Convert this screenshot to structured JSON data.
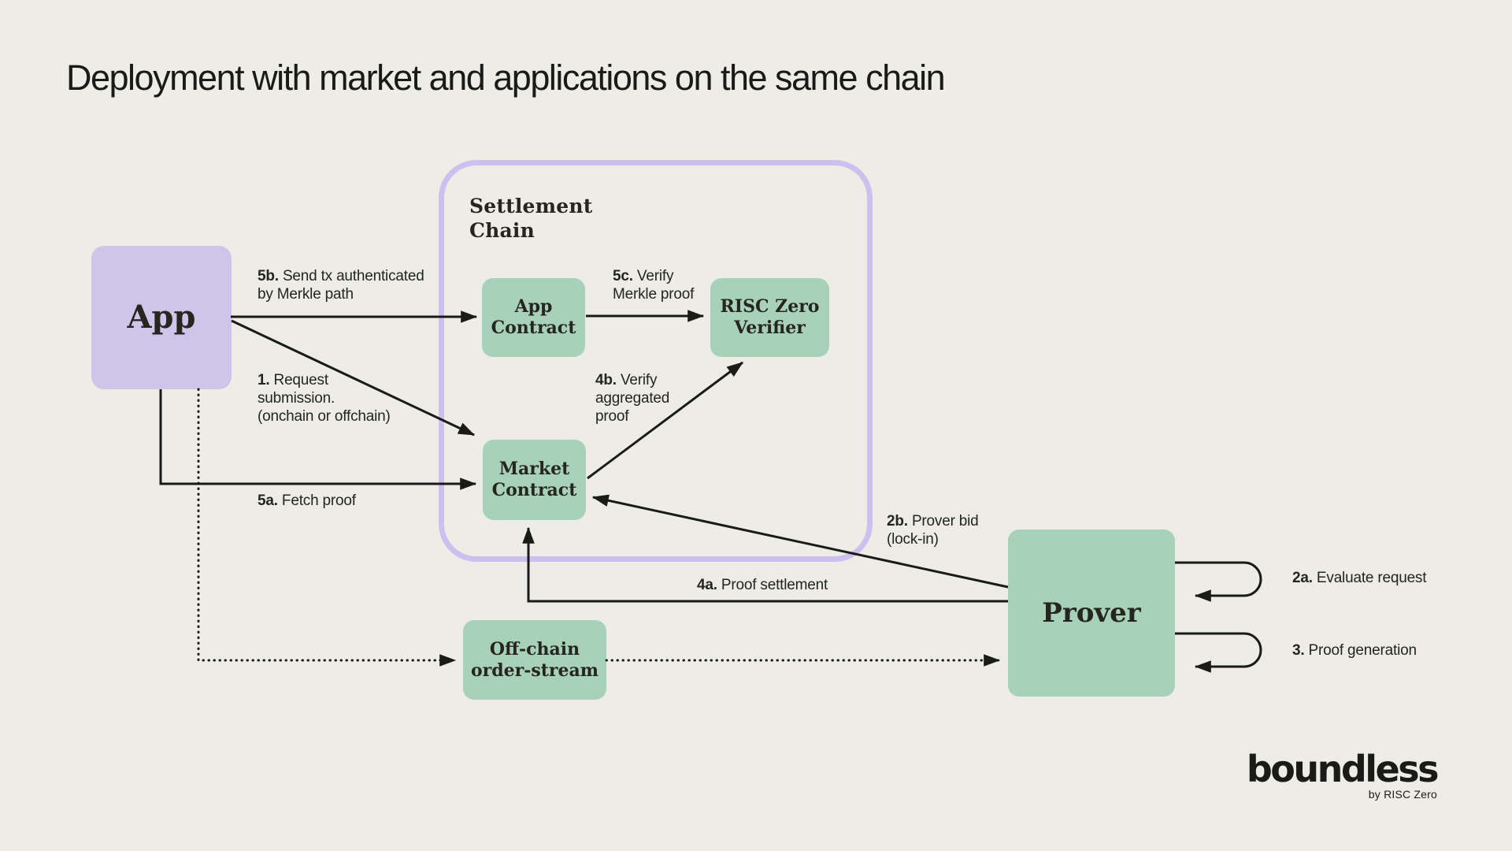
{
  "title": "Deployment with market and applications on the same chain",
  "nodes": {
    "app": {
      "label": "App"
    },
    "settlement_chain": {
      "label": "Settlement\nChain"
    },
    "app_contract": {
      "label": "App\nContract"
    },
    "risc_zero_verifier": {
      "label": "RISC Zero\nVerifier"
    },
    "market_contract": {
      "label": "Market\nContract"
    },
    "offchain_order_stream": {
      "label": "Off-chain\norder-stream"
    },
    "prover": {
      "label": "Prover"
    }
  },
  "edge_labels": {
    "e1": {
      "num": "1.",
      "text": "Request\nsubmission.\n(onchain or offchain)"
    },
    "e2a": {
      "num": "2a.",
      "text": "Evaluate request"
    },
    "e2b": {
      "num": "2b.",
      "text": "Prover bid\n(lock-in)"
    },
    "e3": {
      "num": "3.",
      "text": "Proof generation"
    },
    "e4a": {
      "num": "4a.",
      "text": "Proof settlement"
    },
    "e4b": {
      "num": "4b.",
      "text": "Verify\naggregated\nproof"
    },
    "e5a": {
      "num": "5a.",
      "text": "Fetch proof"
    },
    "e5b": {
      "num": "5b.",
      "text": "Send tx authenticated\nby Merkle path"
    },
    "e5c": {
      "num": "5c.",
      "text": "Verify\nMerkle proof"
    }
  },
  "logo": {
    "wordmark": "boundless",
    "byline": "by RISC Zero"
  },
  "colors": {
    "background": "#edece7",
    "app_fill": "#cec5ea",
    "node_fill": "#a7d2b9",
    "chain_border": "#cbc0ee",
    "ink": "#1a1a19"
  }
}
